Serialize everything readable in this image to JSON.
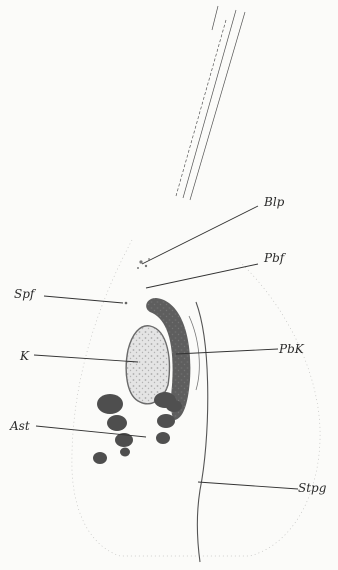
{
  "figure": {
    "labels": {
      "blp": "Blp",
      "pbf": "Pbf",
      "spf": "Spf",
      "pbk": "PbK",
      "k": "K",
      "ast": "Ast",
      "stpg": "Stpg"
    }
  }
}
